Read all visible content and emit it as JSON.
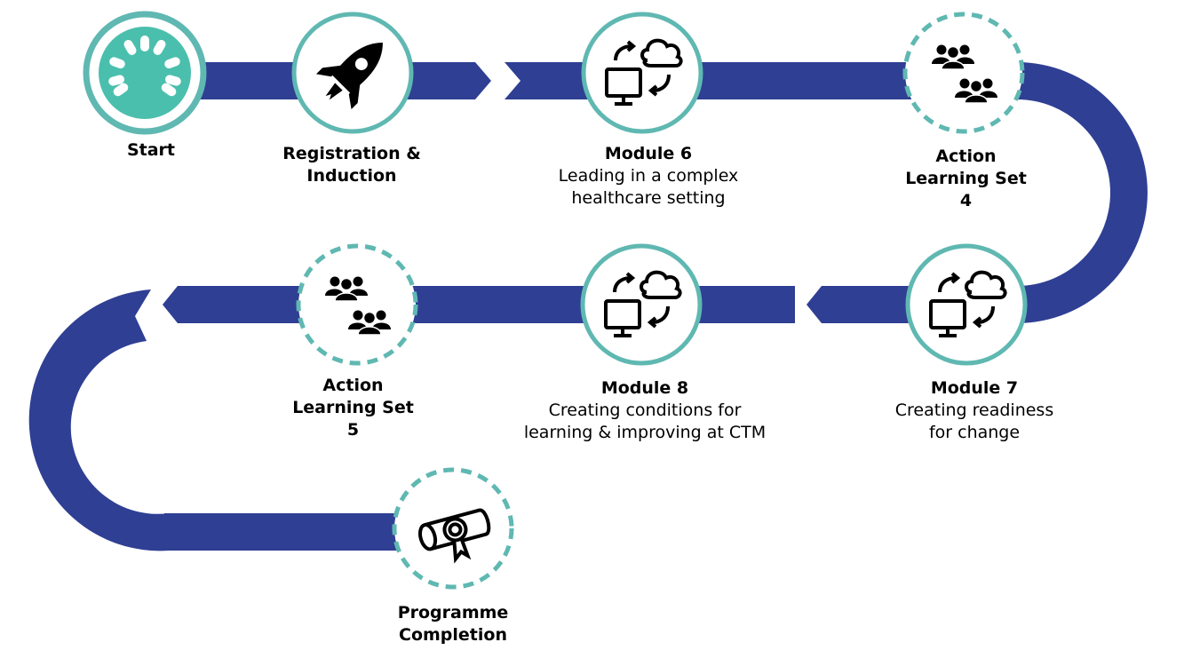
{
  "colors": {
    "path": "#2f3f93",
    "ring": "#5fb8b1",
    "start_fill": "#4bbfad",
    "icon": "#000000"
  },
  "steps": [
    {
      "title": "Start",
      "subtitle": [],
      "icon": "speedometer-icon",
      "ring": "solid"
    },
    {
      "title": "Registration & Induction",
      "title_lines": [
        "Registration &",
        "Induction"
      ],
      "subtitle": [],
      "icon": "rocket-icon",
      "ring": "solid"
    },
    {
      "title": "Module 6",
      "subtitle": [
        "Leading in a complex",
        "healthcare setting"
      ],
      "icon": "computer-cloud-sync-icon",
      "ring": "solid"
    },
    {
      "title": "Action Learning Set 4",
      "title_lines": [
        "Action",
        "Learning Set",
        "4"
      ],
      "subtitle": [],
      "icon": "group-people-icon",
      "ring": "dashed"
    },
    {
      "title": "Module 7",
      "subtitle": [
        "Creating readiness",
        "for change"
      ],
      "icon": "computer-cloud-sync-icon",
      "ring": "solid"
    },
    {
      "title": "Module 8",
      "subtitle": [
        "Creating conditions for",
        "learning & improving at CTM"
      ],
      "icon": "computer-cloud-sync-icon",
      "ring": "solid"
    },
    {
      "title": "Action Learning Set 5",
      "title_lines": [
        "Action",
        "Learning Set",
        "5"
      ],
      "subtitle": [],
      "icon": "group-people-icon",
      "ring": "dashed"
    },
    {
      "title": "Programme Completion",
      "title_lines": [
        "Programme",
        "Completion"
      ],
      "subtitle": [],
      "icon": "diploma-scroll-icon",
      "ring": "dashed"
    }
  ]
}
